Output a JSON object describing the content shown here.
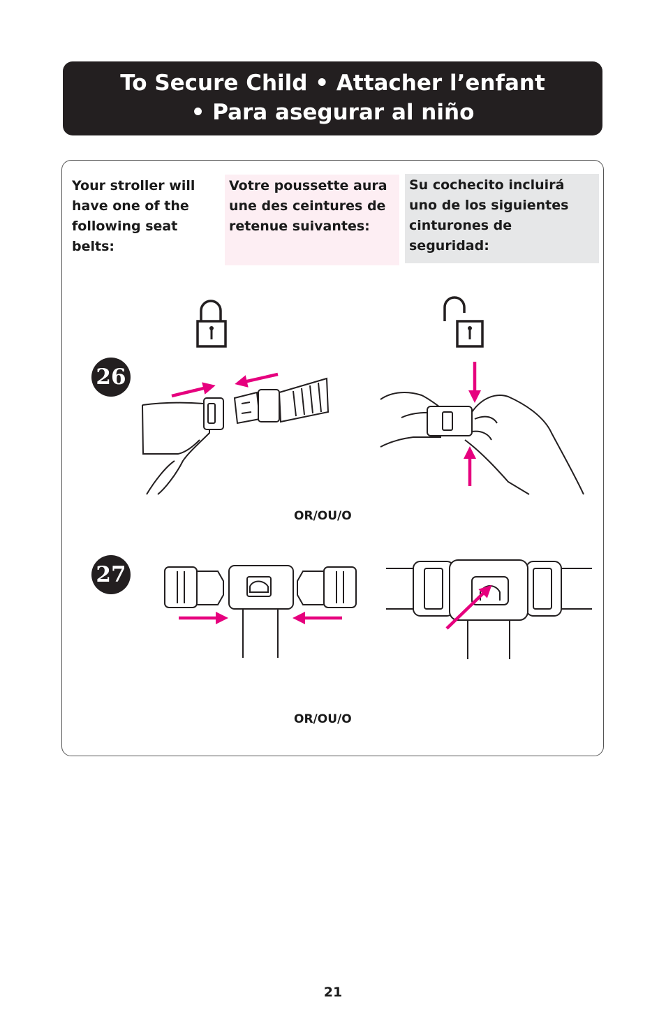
{
  "header": {
    "title_line1": "To Secure Child  •  Attacher l’enfant",
    "title_line2": "•  Para asegurar al niño"
  },
  "intro": {
    "english": "Your stroller will have one of the following seat belts:",
    "french": "Votre poussette aura une des ceintures de retenue suivantes:",
    "spanish": "Su cochecito incluirá uno de los siguientes cinturones de seguridad:"
  },
  "steps": [
    {
      "number": "26"
    },
    {
      "number": "27"
    }
  ],
  "separators": {
    "or_1": "OR/OU/O",
    "or_2": "OR/OU/O"
  },
  "page_number": "21",
  "colors": {
    "header_bg": "#231f20",
    "accent_arrow": "#e6007e",
    "french_bg": "#fdeef3",
    "spanish_bg": "#e6e7e8"
  },
  "icons": [
    "padlock-locked-icon",
    "padlock-unlocked-icon"
  ]
}
